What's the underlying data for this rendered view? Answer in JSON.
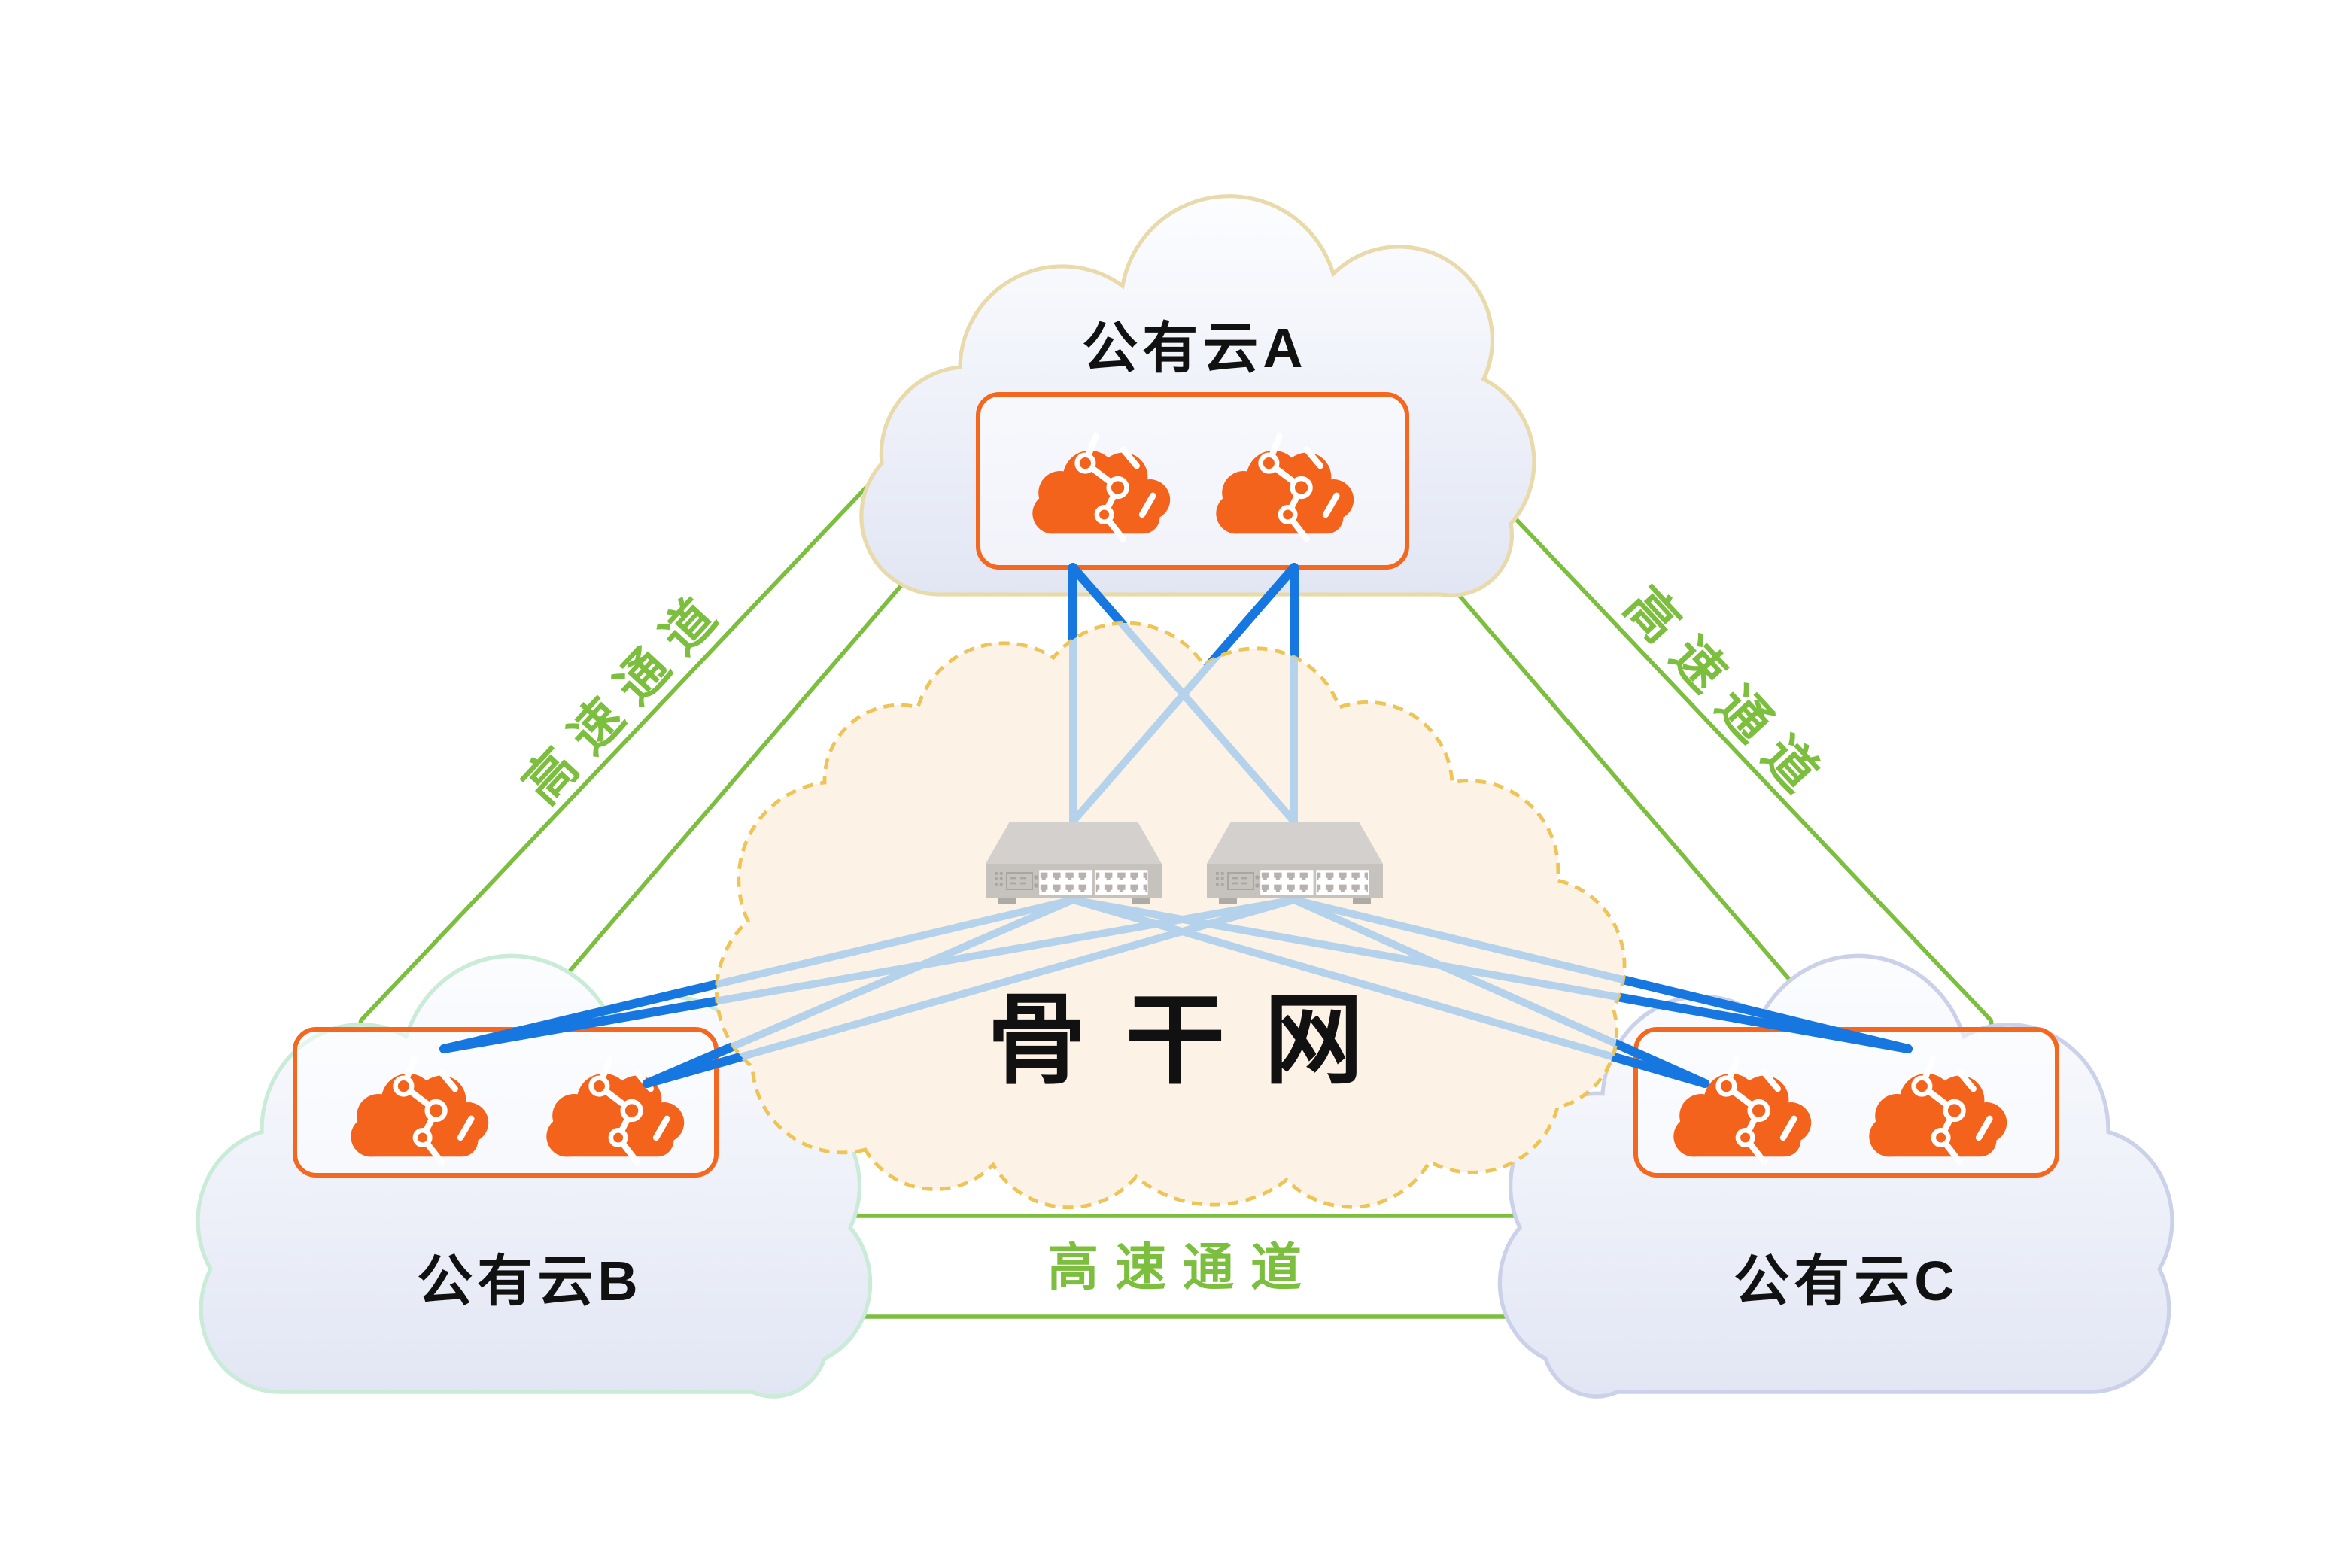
{
  "clouds": {
    "a": {
      "label": "公有云A"
    },
    "b": {
      "label": "公有云B"
    },
    "c": {
      "label": "公有云C"
    }
  },
  "backbone": {
    "label": "骨干网"
  },
  "channels": {
    "left": {
      "label": "高速通道"
    },
    "right": {
      "label": "高速通道"
    },
    "bottom": {
      "label": "高速通道"
    }
  },
  "icons": {
    "endpoint": "cloud-network-icon",
    "device": "switch-icon"
  },
  "colors": {
    "orange": "#F4631C",
    "green": "#7CBE3E",
    "link_dark": "#1677E0",
    "link_light": "#B4D2EC",
    "backbone_fill": "#FCF2E6",
    "backbone_border": "#EDC455",
    "cloud_fill_top": "#FCFDFF",
    "cloud_fill_bottom": "#E2E6F4",
    "cloud_a_border": "#E9DAAB",
    "cloud_b_border": "#C9EBD7",
    "cloud_c_border": "#CBD1E8",
    "text": "#111111"
  }
}
